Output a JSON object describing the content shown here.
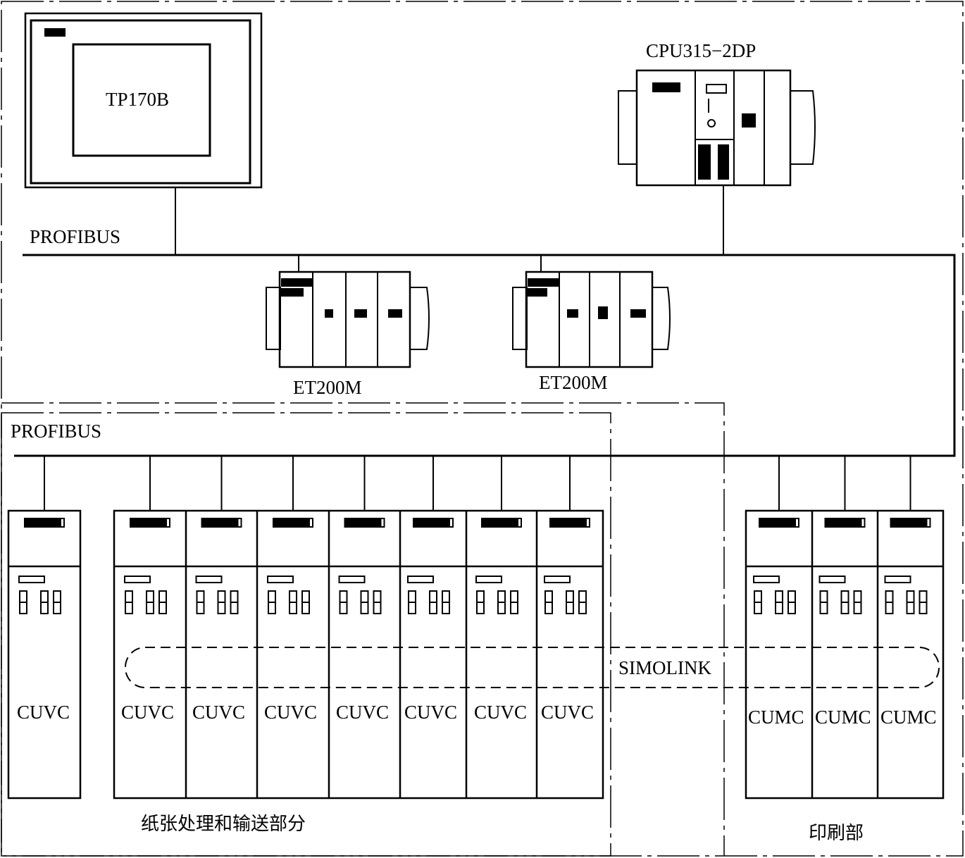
{
  "hmi": {
    "label": "TP170B"
  },
  "plc": {
    "label": "CPU315−2DP"
  },
  "bus_top": {
    "label": "PROFIBUS"
  },
  "bus_bottom": {
    "label": "PROFIBUS"
  },
  "et200m": [
    {
      "label": "ET200M"
    },
    {
      "label": "ET200M"
    }
  ],
  "simolink": {
    "label": "SIMOLINK"
  },
  "drives_single": {
    "label": "CUVC"
  },
  "drives_group": [
    {
      "label": "CUVC"
    },
    {
      "label": "CUVC"
    },
    {
      "label": "CUVC"
    },
    {
      "label": "CUVC"
    },
    {
      "label": "CUVC"
    },
    {
      "label": "CUVC"
    },
    {
      "label": "CUVC"
    }
  ],
  "drives_print": [
    {
      "label": "CUMC"
    },
    {
      "label": "CUMC"
    },
    {
      "label": "CUMC"
    }
  ],
  "section_paper": {
    "label": "纸张处理和输送部分"
  },
  "section_print": {
    "label": "印刷部"
  }
}
